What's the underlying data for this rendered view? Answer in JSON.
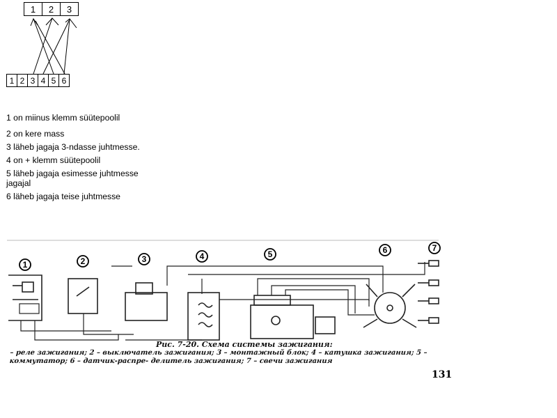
{
  "top_connector": {
    "pins": [
      "1",
      "2",
      "3"
    ]
  },
  "bottom_connector": {
    "pins": [
      "1",
      "2",
      "3",
      "4",
      "5",
      "6"
    ]
  },
  "legend": [
    " 1 on miinus klemm süütepoolil",
    "2 on kere mass",
    "3 läheb jagaja 3-ndasse juhtmesse.",
    "4 on + klemm süütepoolil",
    "5 läheb jagaja esimesse juhtmesse jagajal",
    "6 läheb jagaja teise juhtmesse"
  ],
  "scan": {
    "component_numbers": [
      "1",
      "2",
      "3",
      "4",
      "5",
      "6",
      "7"
    ],
    "figure_title": "Рис. 7-20. Схема системы зажигания:",
    "figure_body": "– реле зажигания; 2 – выключатель зажигания; 3 – монтажный блок; 4 – катушка зажигания; 5 – коммутатор; 6 – датчик-распре- делитель зажигания; 7 – свечи зажигания",
    "page_number": "131"
  }
}
